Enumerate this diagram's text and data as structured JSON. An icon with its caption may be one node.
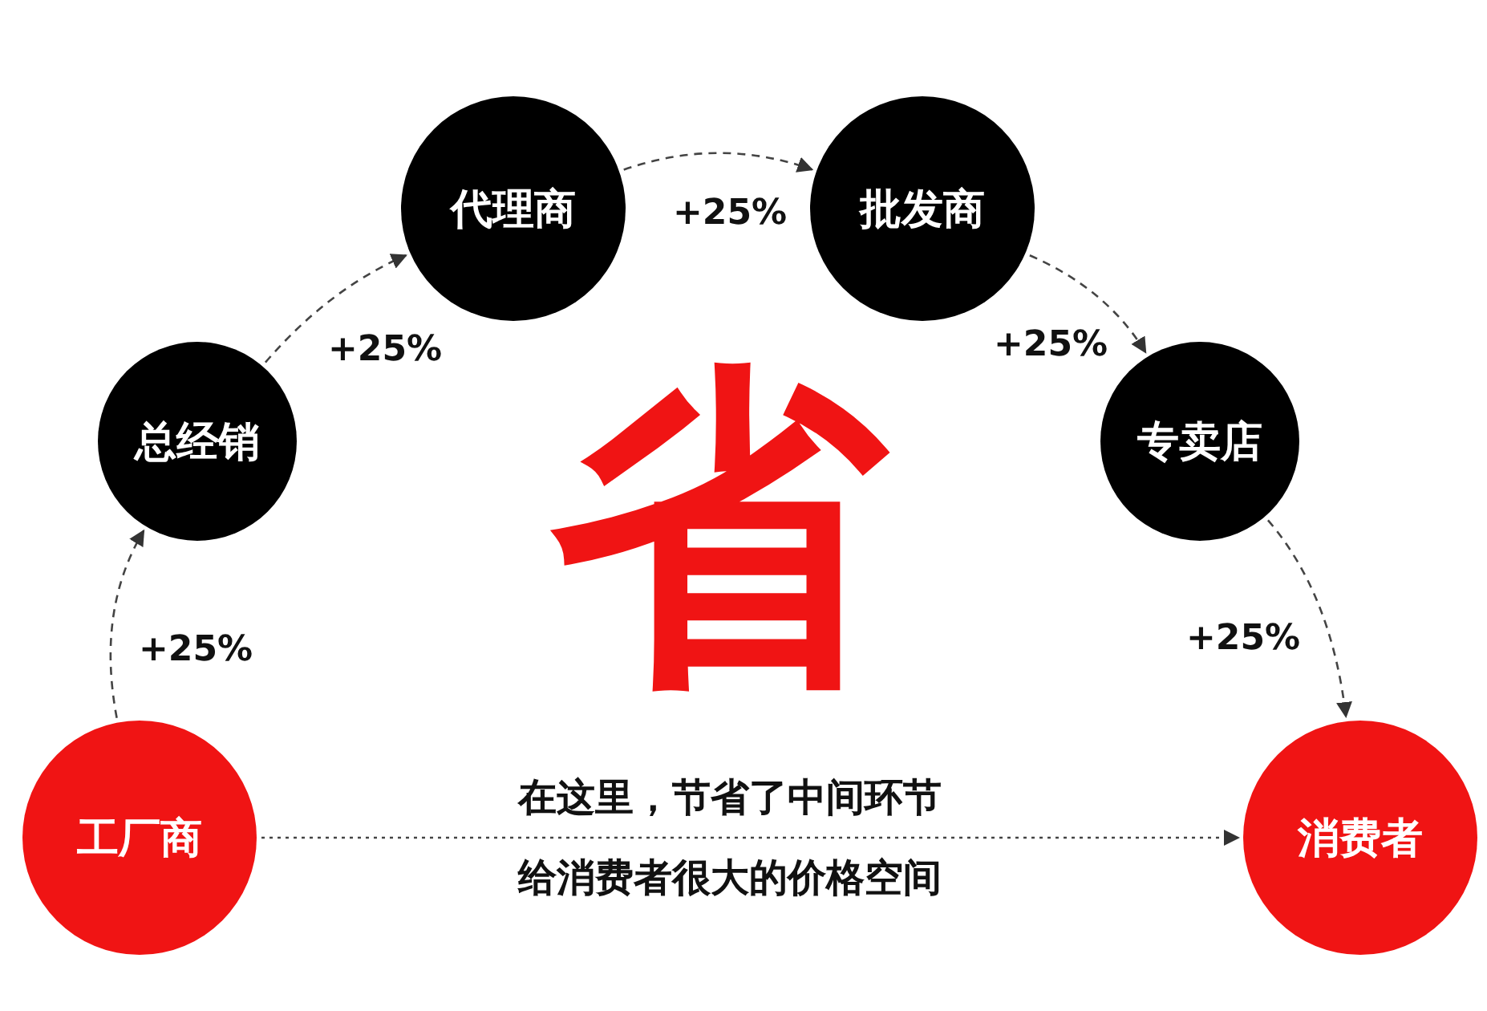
{
  "diagram": {
    "nodes": [
      {
        "text": [
          "工厂商"
        ]
      },
      {
        "text": [
          "总经销"
        ]
      },
      {
        "text": [
          "代理商"
        ]
      },
      {
        "text": [
          "批发商"
        ]
      },
      {
        "text": [
          "专卖店"
        ]
      },
      {
        "text": [
          "消费者"
        ]
      }
    ],
    "edges": [
      {
        "from": 0,
        "to": 1,
        "arrow": "to",
        "label": "+25%",
        "style": "dashed"
      },
      {
        "from": 1,
        "to": 2,
        "arrow": "to",
        "label": "+25%",
        "style": "dashed"
      },
      {
        "from": 2,
        "to": 3,
        "arrow": "to",
        "label": "+25%",
        "style": "dashed"
      },
      {
        "from": 3,
        "to": 4,
        "arrow": "to",
        "label": "+25%",
        "style": "dashed"
      },
      {
        "from": 4,
        "to": 5,
        "arrow": "to",
        "label": "+25%",
        "style": "dashed"
      },
      {
        "from": 0,
        "to": 5,
        "arrow": "to",
        "label": "在这里，节省了中间环节"
      }
    ],
    "labels": [
      "省",
      "给消费者很大的价格空间"
    ]
  }
}
